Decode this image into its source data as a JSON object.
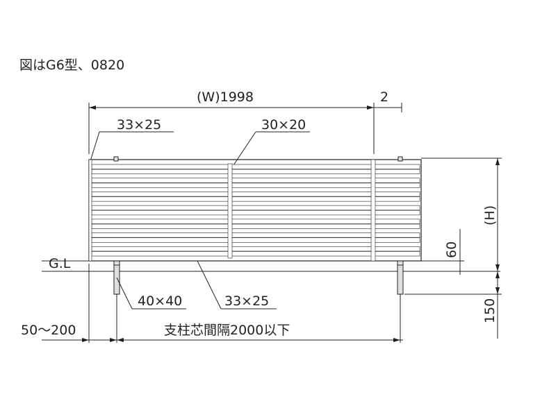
{
  "caption": "図はG6型、0820",
  "dimensions": {
    "width": "(W)1998",
    "gap": "2",
    "height": "(H)",
    "bottom_clear": "60",
    "embed_depth": "150",
    "post_spacing": "支柱芯間隔2000以下",
    "end_offset": "50〜200"
  },
  "members": {
    "top_rail": "33×25",
    "mid_post": "30×20",
    "post": "40×40",
    "bottom_rail": "33×25"
  },
  "ground_label": "G.L"
}
